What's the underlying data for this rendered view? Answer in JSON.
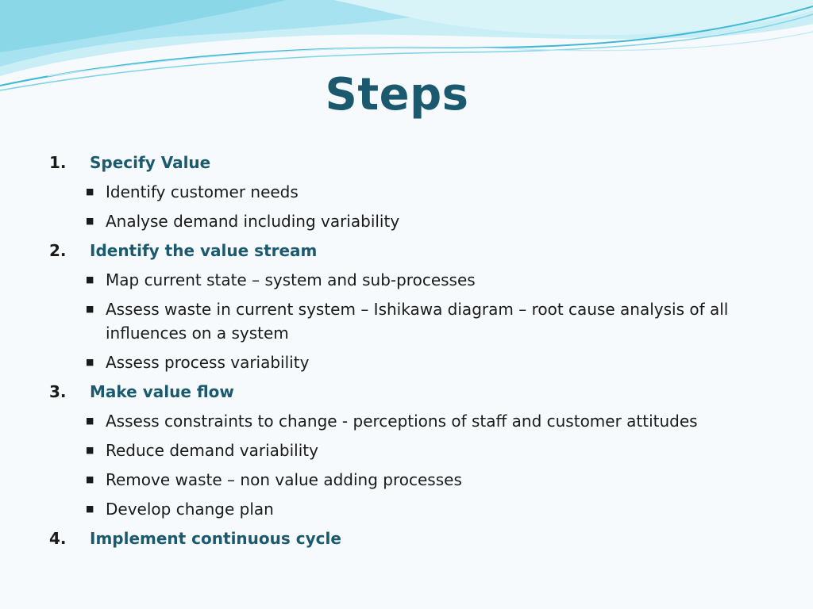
{
  "slide": {
    "title": "Steps",
    "bullet_glyph": "■",
    "steps": [
      {
        "number": "1.",
        "label": "Specify Value",
        "bullets": [
          "Identify customer needs",
          "Analyse demand including variability"
        ]
      },
      {
        "number": "2.",
        "label": "Identify the value stream",
        "bullets": [
          "Map current state – system and sub-processes",
          "Assess waste in current system – Ishikawa diagram – root cause analysis of all influences on a system",
          "Assess process variability"
        ]
      },
      {
        "number": "3.",
        "label": "Make value flow",
        "bullets": [
          "Assess constraints to change - perceptions of staff and customer attitudes",
          "Reduce demand variability",
          "Remove waste – non value adding processes",
          "Develop change plan"
        ]
      },
      {
        "number": "4.",
        "label": "Implement continuous cycle",
        "bullets": []
      }
    ]
  },
  "colors": {
    "title": "#1b5a6e",
    "wave_light": "#bfe9f3",
    "wave_mid": "#7fd3e6",
    "wave_dark": "#3fb8d4"
  }
}
